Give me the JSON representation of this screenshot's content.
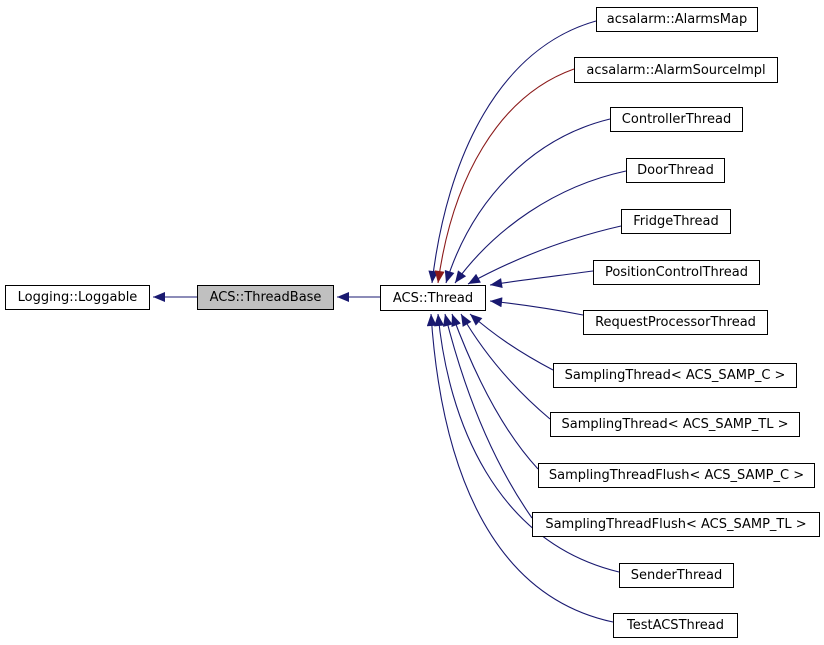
{
  "diagram": {
    "kind": "class-inheritance-graph",
    "colors": {
      "edge_public": "#191970",
      "edge_private": "#8b1a1a",
      "node_background": "#ffffff",
      "node_border": "#000000",
      "current_node_background": "#c0c0c0"
    },
    "nodes": [
      {
        "id": "loggable",
        "label": "Logging::Loggable",
        "role": "base"
      },
      {
        "id": "threadbase",
        "label": "ACS::ThreadBase",
        "role": "current"
      },
      {
        "id": "thread",
        "label": "ACS::Thread",
        "role": "derived"
      },
      {
        "id": "alarmsmap",
        "label": "acsalarm::AlarmsMap",
        "role": "derived"
      },
      {
        "id": "alarmsourceimpl",
        "label": "acsalarm::AlarmSourceImpl",
        "role": "derived"
      },
      {
        "id": "controllerthread",
        "label": "ControllerThread",
        "role": "derived"
      },
      {
        "id": "doorthread",
        "label": "DoorThread",
        "role": "derived"
      },
      {
        "id": "fridgethread",
        "label": "FridgeThread",
        "role": "derived"
      },
      {
        "id": "positioncontrolthread",
        "label": "PositionControlThread",
        "role": "derived"
      },
      {
        "id": "requestprocessorthread",
        "label": "RequestProcessorThread",
        "role": "derived"
      },
      {
        "id": "samplingthread_c",
        "label": "SamplingThread< ACS_SAMP_C >",
        "role": "derived"
      },
      {
        "id": "samplingthread_tl",
        "label": "SamplingThread< ACS_SAMP_TL >",
        "role": "derived"
      },
      {
        "id": "samplingthreadflush_c",
        "label": "SamplingThreadFlush< ACS_SAMP_C >",
        "role": "derived"
      },
      {
        "id": "samplingthreadflush_tl",
        "label": "SamplingThreadFlush< ACS_SAMP_TL >",
        "role": "derived"
      },
      {
        "id": "senderthread",
        "label": "SenderThread",
        "role": "derived"
      },
      {
        "id": "testacsthread",
        "label": "TestACSThread",
        "role": "derived"
      }
    ],
    "edges": [
      {
        "from": "ACS::ThreadBase",
        "to": "Logging::Loggable",
        "type": "public"
      },
      {
        "from": "ACS::Thread",
        "to": "ACS::ThreadBase",
        "type": "public"
      },
      {
        "from": "acsalarm::AlarmsMap",
        "to": "ACS::Thread",
        "type": "public"
      },
      {
        "from": "acsalarm::AlarmSourceImpl",
        "to": "ACS::Thread",
        "type": "private"
      },
      {
        "from": "ControllerThread",
        "to": "ACS::Thread",
        "type": "public"
      },
      {
        "from": "DoorThread",
        "to": "ACS::Thread",
        "type": "public"
      },
      {
        "from": "FridgeThread",
        "to": "ACS::Thread",
        "type": "public"
      },
      {
        "from": "PositionControlThread",
        "to": "ACS::Thread",
        "type": "public"
      },
      {
        "from": "RequestProcessorThread",
        "to": "ACS::Thread",
        "type": "public"
      },
      {
        "from": "SamplingThread< ACS_SAMP_C >",
        "to": "ACS::Thread",
        "type": "public"
      },
      {
        "from": "SamplingThread< ACS_SAMP_TL >",
        "to": "ACS::Thread",
        "type": "public"
      },
      {
        "from": "SamplingThreadFlush< ACS_SAMP_C >",
        "to": "ACS::Thread",
        "type": "public"
      },
      {
        "from": "SamplingThreadFlush< ACS_SAMP_TL >",
        "to": "ACS::Thread",
        "type": "public"
      },
      {
        "from": "SenderThread",
        "to": "ACS::Thread",
        "type": "public"
      },
      {
        "from": "TestACSThread",
        "to": "ACS::Thread",
        "type": "public"
      }
    ]
  }
}
